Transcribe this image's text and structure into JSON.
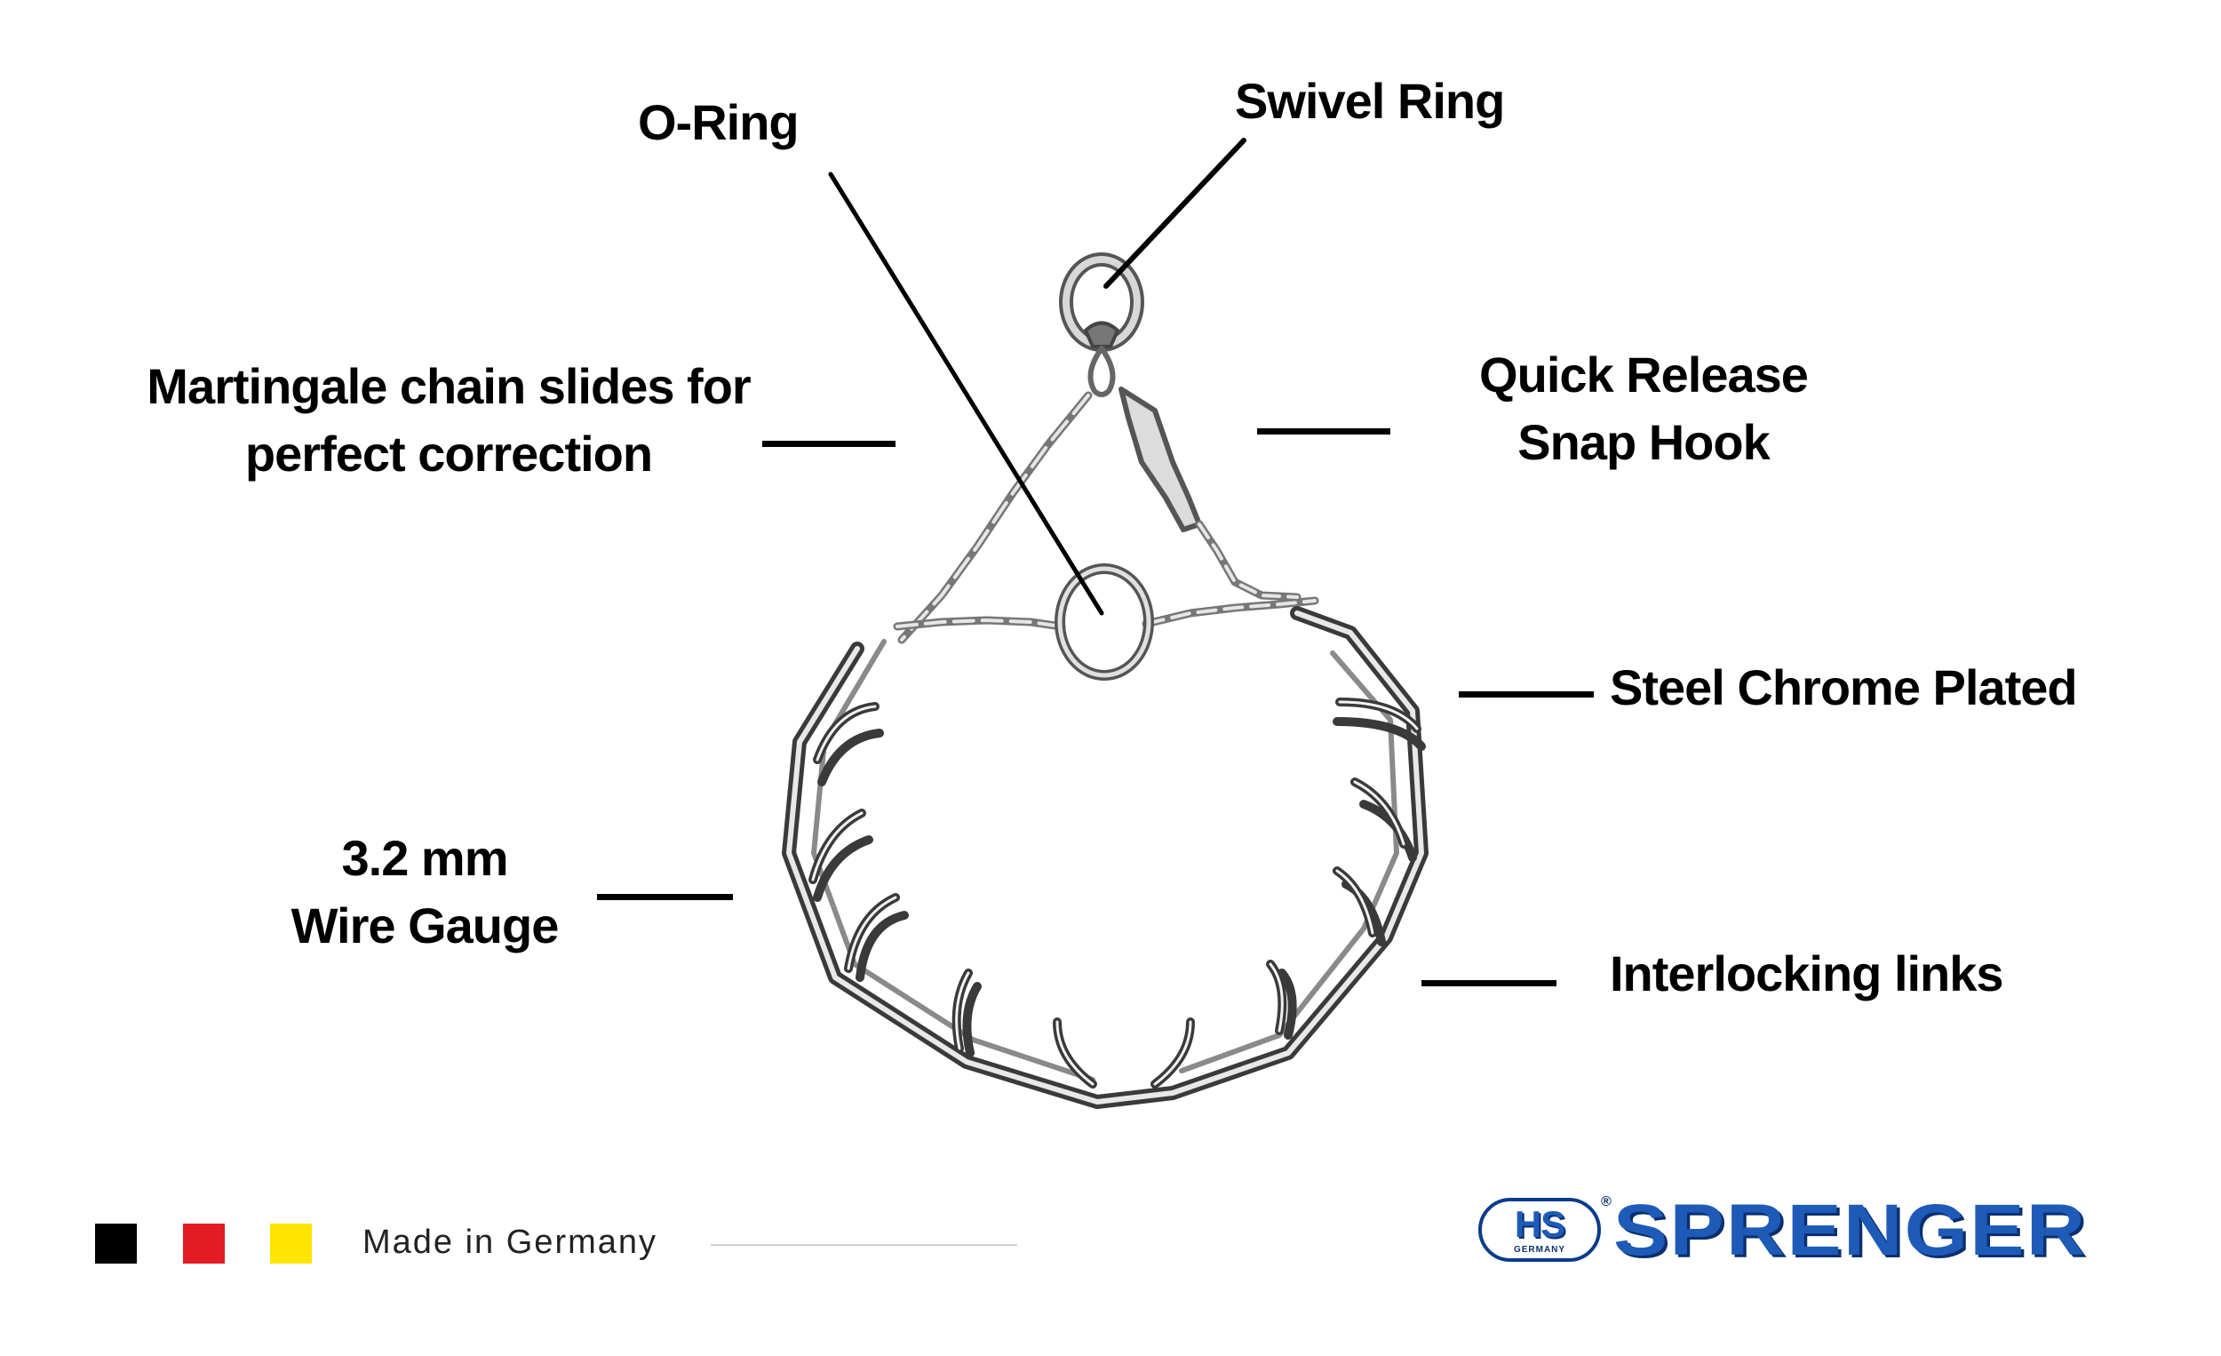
{
  "callouts": {
    "o_ring": "O-Ring",
    "swivel_ring": "Swivel Ring",
    "martingale_line1": "Martingale chain slides for",
    "martingale_line2": "perfect correction",
    "quick_release_line1": "Quick Release",
    "quick_release_line2": "Snap Hook",
    "steel": "Steel Chrome Plated",
    "wire_gauge_line1": "3.2 mm",
    "wire_gauge_line2": "Wire Gauge",
    "interlocking": "Interlocking links"
  },
  "footer": {
    "made_in": "Made in Germany",
    "flag_colors": [
      "#000000",
      "#e31b23",
      "#ffe500"
    ]
  },
  "brand": {
    "badge": "HS",
    "badge_sub": "GERMANY",
    "registered": "®",
    "name": "SPRENGER",
    "colors": {
      "primary": "#1e5bb8",
      "dark": "#0a2f6e"
    }
  },
  "product": {
    "icon": "prong-collar-image",
    "wire_color": "#9a9a9a"
  }
}
